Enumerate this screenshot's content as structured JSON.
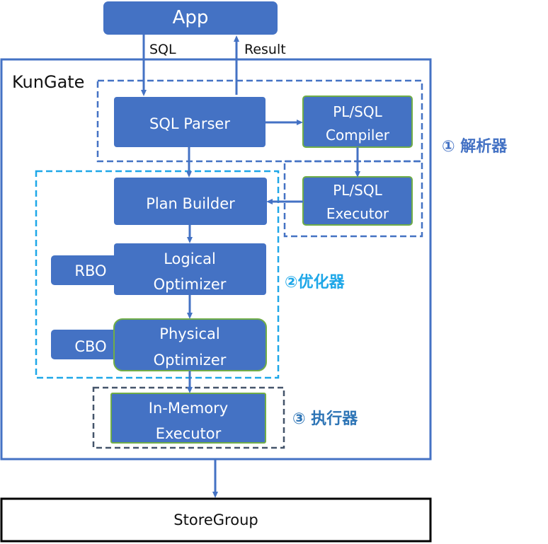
{
  "app": {
    "label": "App"
  },
  "arrows": {
    "sql": "SQL",
    "result": "Result"
  },
  "kungate": {
    "title": "KunGate"
  },
  "nodes": {
    "sql_parser": "SQL Parser",
    "plsql_compiler": [
      "PL/SQL",
      "Compiler"
    ],
    "plsql_executor": [
      "PL/SQL",
      "Executor"
    ],
    "plan_builder": "Plan Builder",
    "logical_optimizer": [
      "Logical",
      "Optimizer"
    ],
    "rbo": "RBO",
    "physical_optimizer": [
      "Physical",
      "Optimizer"
    ],
    "cbo": "CBO",
    "in_memory_executor": [
      "In-Memory",
      "Executor"
    ]
  },
  "annotations": {
    "parser": "① 解析器",
    "optimizer": "②优化器",
    "executor": "③ 执行器"
  },
  "storegroup": {
    "label": "StoreGroup"
  },
  "colors": {
    "box_fill": "#4472c4",
    "green_border": "#70ad47",
    "frame_blue": "#4472c4",
    "parser_dash": "#4472c4",
    "optimizer_dash": "#1ea7e8",
    "executor_dash": "#44546a",
    "annot_parser": "#4472c4",
    "annot_optimizer": "#1ea7e8",
    "annot_executor": "#2e75b6",
    "store_border": "#000000"
  }
}
